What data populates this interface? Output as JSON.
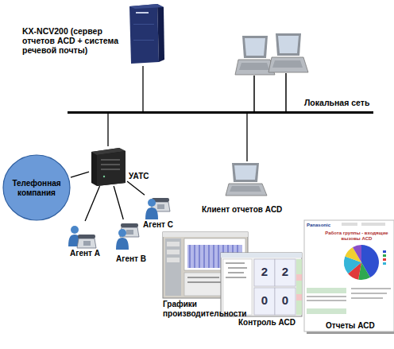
{
  "diagram": {
    "nodes": [
      {
        "text": [
          "KX-NCV200 (сервер отчетов ACD + система речевой почты)"
        ]
      },
      {
        "text": [
          "Локальная сеть"
        ]
      },
      {
        "text": [
          "Телефонная компания"
        ]
      },
      {
        "text": [
          "УАТС"
        ]
      },
      {
        "text": [
          "Клиент отчетов ACD"
        ]
      },
      {
        "text": [
          "Агент C"
        ]
      },
      {
        "text": [
          "Агент A"
        ]
      },
      {
        "text": [
          "Агент B"
        ]
      },
      {
        "text": [
          "Графики производительности"
        ]
      },
      {
        "text": [
          "Контроль ACD"
        ]
      },
      {
        "text": [
          "Отчеты ACD"
        ]
      }
    ],
    "edges": [
      {
        "from": 0,
        "to": 1,
        "arrow": "none"
      },
      {
        "from": 1,
        "to": 3,
        "arrow": "none"
      },
      {
        "from": 1,
        "to": 4,
        "arrow": "none"
      },
      {
        "from": 2,
        "to": 3,
        "arrow": "none"
      },
      {
        "from": 3,
        "to": 5,
        "arrow": "none"
      },
      {
        "from": 3,
        "to": 6,
        "arrow": "none"
      },
      {
        "from": 3,
        "to": 7,
        "arrow": "none"
      }
    ],
    "labels": [
      "Panasonic",
      "Работа группы - входящие вызовы ACD",
      "2",
      "2",
      "0",
      "0"
    ]
  }
}
